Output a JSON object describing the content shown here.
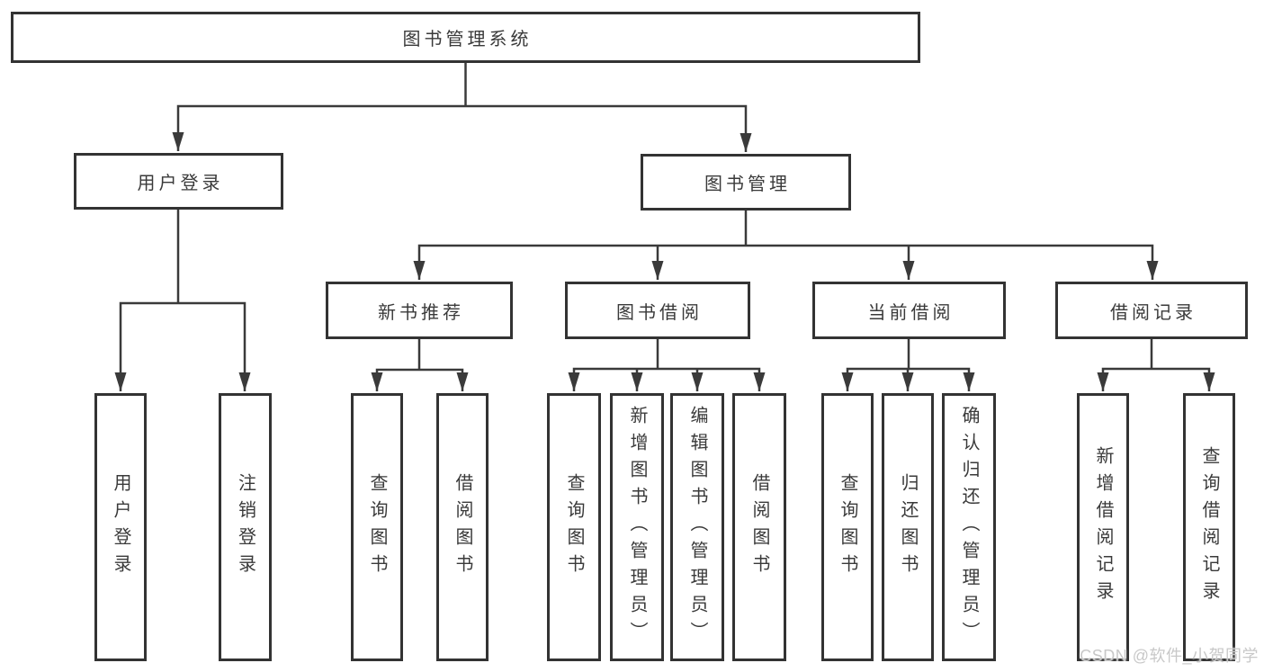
{
  "diagram": {
    "nodes": {
      "root": {
        "label": "图书管理系统"
      },
      "level1": [
        {
          "label": "用户登录"
        },
        {
          "label": "图书管理"
        }
      ],
      "level2": [
        {
          "parent": "图书管理",
          "label": "新书推荐"
        },
        {
          "parent": "图书管理",
          "label": "图书借阅"
        },
        {
          "parent": "图书管理",
          "label": "当前借阅"
        },
        {
          "parent": "图书管理",
          "label": "借阅记录"
        }
      ],
      "leaves": [
        {
          "parent": "用户登录",
          "label": "用户登录"
        },
        {
          "parent": "用户登录",
          "label": "注销登录"
        },
        {
          "parent": "新书推荐",
          "label": "查询图书"
        },
        {
          "parent": "新书推荐",
          "label": "借阅图书"
        },
        {
          "parent": "图书借阅",
          "label": "查询图书"
        },
        {
          "parent": "图书借阅",
          "label": "新增图书（管理员）"
        },
        {
          "parent": "图书借阅",
          "label": "编辑图书（管理员）"
        },
        {
          "parent": "图书借阅",
          "label": "借阅图书"
        },
        {
          "parent": "当前借阅",
          "label": "查询图书"
        },
        {
          "parent": "当前借阅",
          "label": "归还图书"
        },
        {
          "parent": "当前借阅",
          "label": "确认归还（管理员）"
        },
        {
          "parent": "借阅记录",
          "label": "新增借阅记录"
        },
        {
          "parent": "借阅记录",
          "label": "查询借阅记录"
        }
      ]
    },
    "watermark": {
      "text": "CSDN @软件_小贺同学"
    },
    "colors": {
      "line": "#3a3a3a",
      "box_border": "#333333",
      "text": "#3a3a3a",
      "watermark": "#c8c8c8",
      "background": "#ffffff"
    }
  }
}
